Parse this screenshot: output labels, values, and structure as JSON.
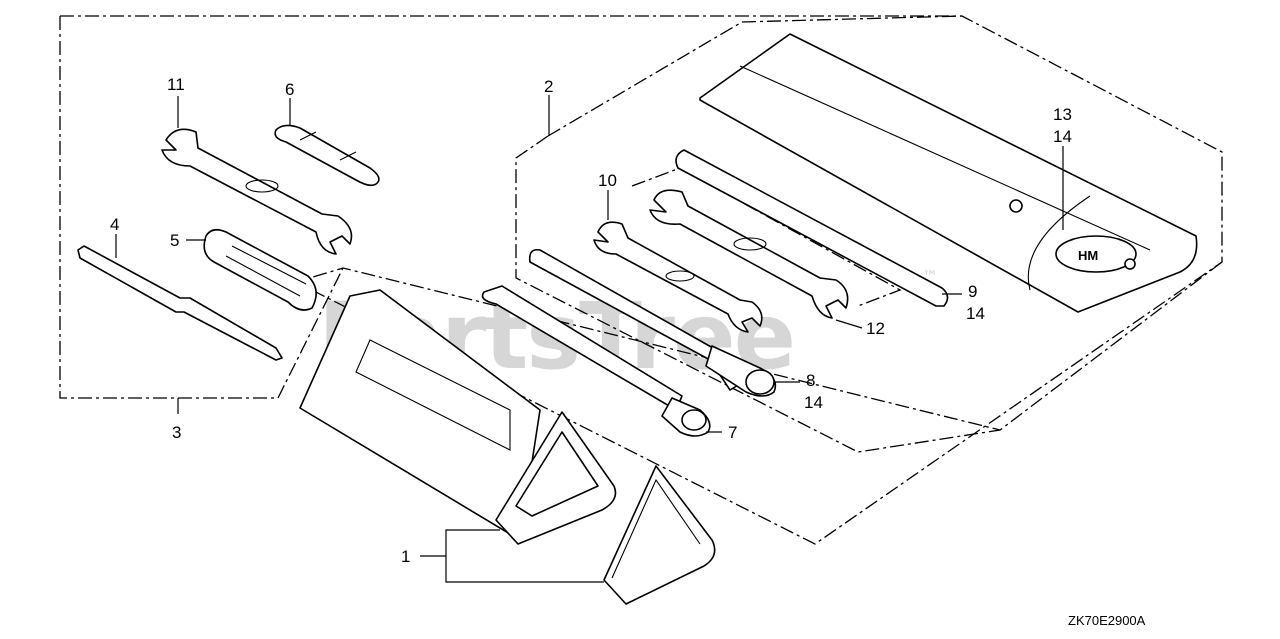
{
  "callouts": {
    "c1": "1",
    "c2": "2",
    "c3": "3",
    "c4": "4",
    "c5": "5",
    "c6": "6",
    "c7": "7",
    "c8": "8",
    "c8b": "14",
    "c9": "9",
    "c9b": "14",
    "c10": "10",
    "c11": "11",
    "c12": "12",
    "c13": "13",
    "c13b": "14"
  },
  "watermark": {
    "text": "PartsTree",
    "tm": "™"
  },
  "diagram_code": "ZK70E2900A",
  "colors": {
    "line": "#000000",
    "watermark": "#d6d6d6",
    "background": "#ffffff"
  }
}
